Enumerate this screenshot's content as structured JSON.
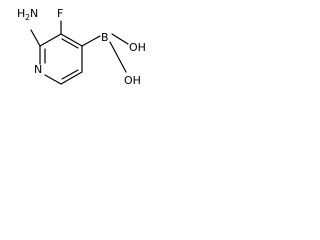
{
  "molecule": {
    "labels": {
      "amine_h": "H",
      "amine_h_count": "2",
      "amine_n": "N",
      "fluorine": "F",
      "ring_nitrogen": "N",
      "boron": "B",
      "hydroxyl_upper": "OH",
      "hydroxyl_lower": "OH"
    }
  }
}
